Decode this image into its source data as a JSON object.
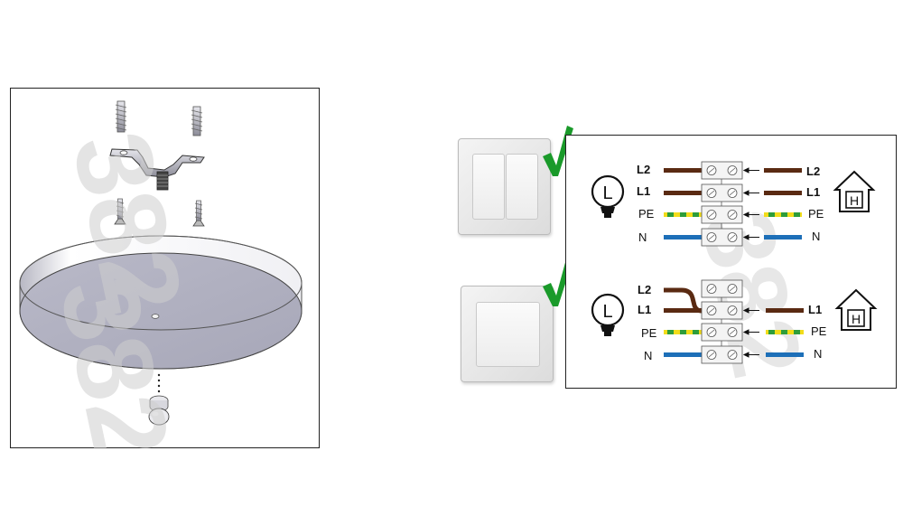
{
  "watermark": "382",
  "colors": {
    "brown": "#5a2a12",
    "blue": "#1d6fb8",
    "pe_green": "#2e9d3a",
    "pe_yellow": "#f2dc1a",
    "check_green": "#1a9a2a",
    "outline": "#111111"
  },
  "mount_parts": [
    "screw",
    "screw",
    "mounting-bracket",
    "screw",
    "screw",
    "ceiling-canopy",
    "cap-nut"
  ],
  "double_switch": {
    "symbol_lamp": "L",
    "symbol_house": "H",
    "left_labels": [
      "L2",
      "L1",
      "PE",
      "N"
    ],
    "right_labels": [
      "L2",
      "L1",
      "PE",
      "N"
    ]
  },
  "single_switch": {
    "symbol_lamp": "L",
    "symbol_house": "H",
    "left_labels": [
      "L2",
      "L1",
      "PE",
      "N"
    ],
    "right_labels": [
      "L1",
      "PE",
      "N"
    ]
  }
}
